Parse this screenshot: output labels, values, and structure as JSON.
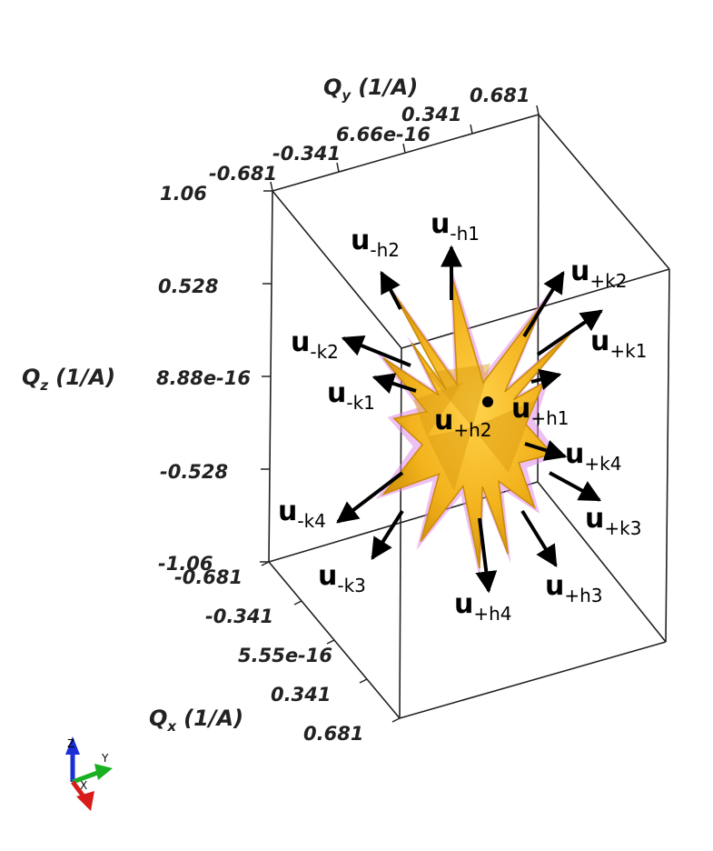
{
  "axes": {
    "qy": {
      "symbol": "Q",
      "subscript": "y",
      "unit": "(1/A)",
      "ticks": [
        "-0.681",
        "-0.341",
        "6.66e-16",
        "0.341",
        "0.681"
      ]
    },
    "qz": {
      "symbol": "Q",
      "subscript": "z",
      "unit": "(1/A)",
      "ticks": [
        "1.06",
        "0.528",
        "8.88e-16",
        "-0.528",
        "-1.06"
      ]
    },
    "qx": {
      "symbol": "Q",
      "subscript": "x",
      "unit": "(1/A)",
      "ticks": [
        "-0.681",
        "-0.341",
        "5.55e-16",
        "0.341",
        "0.681"
      ]
    }
  },
  "vectors": [
    {
      "base": "u",
      "sub": "-h1"
    },
    {
      "base": "u",
      "sub": "-h2"
    },
    {
      "base": "u",
      "sub": "+k2"
    },
    {
      "base": "u",
      "sub": "+k1"
    },
    {
      "base": "u",
      "sub": "-k2"
    },
    {
      "base": "u",
      "sub": "-k1"
    },
    {
      "base": "u",
      "sub": "+h1"
    },
    {
      "base": "u",
      "sub": "+h2"
    },
    {
      "base": "u",
      "sub": "+k4"
    },
    {
      "base": "u",
      "sub": "-k4"
    },
    {
      "base": "u",
      "sub": "+k3"
    },
    {
      "base": "u",
      "sub": "-k3"
    },
    {
      "base": "u",
      "sub": "+h3"
    },
    {
      "base": "u",
      "sub": "+h4"
    }
  ],
  "triad": {
    "z": "Z",
    "y": "Y",
    "x": "X"
  },
  "colors": {
    "shape": "#f2b21c",
    "shape_dark": "#c98a08",
    "halo": "#e08ae8",
    "arrow": "#000000",
    "box": "#222222"
  }
}
